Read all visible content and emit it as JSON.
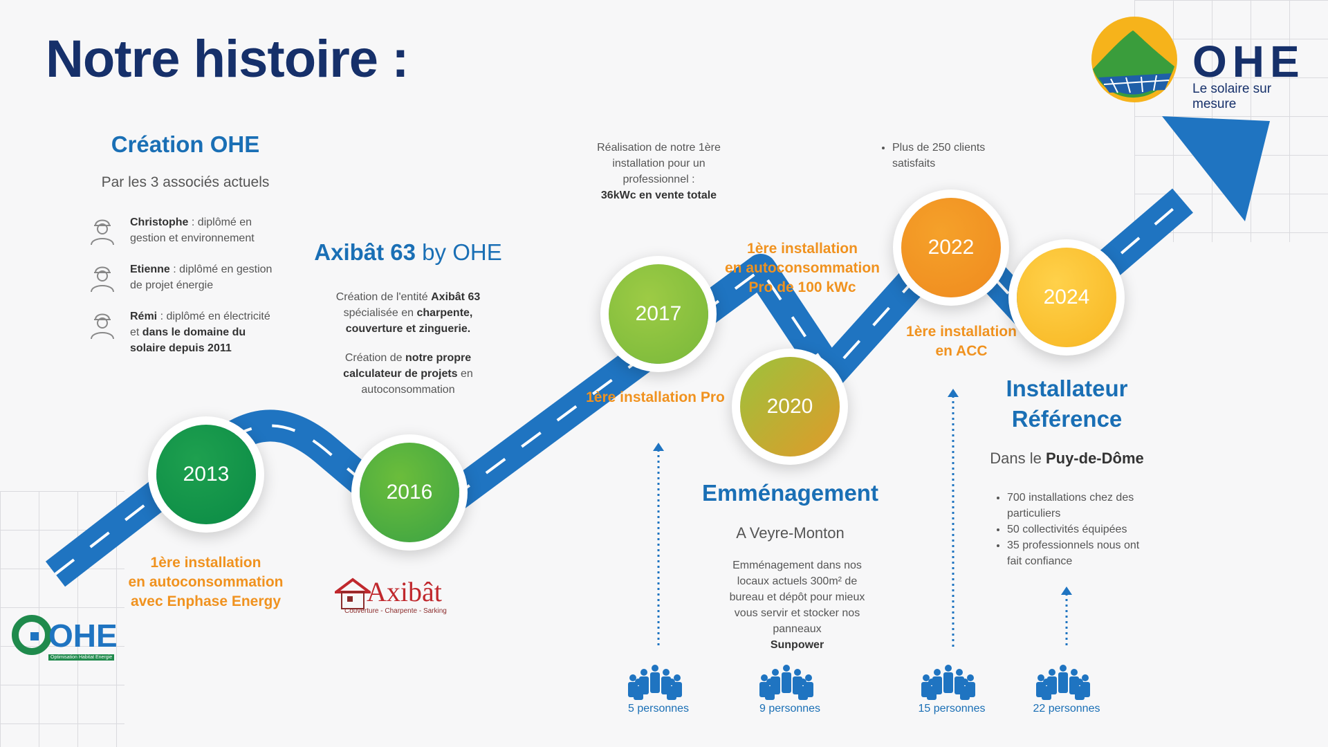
{
  "title": "Notre histoire :",
  "brand": {
    "name": "OHE",
    "tagline": "Le solaire sur mesure"
  },
  "small_logo": {
    "name": "OHE",
    "sub": "Optimisation Habitat Energie"
  },
  "axibat_logo": {
    "name": "Axibât",
    "sub": "Couverture - Charpente - Sarking"
  },
  "milestones": [
    {
      "year": "2013"
    },
    {
      "year": "2016"
    },
    {
      "year": "2017"
    },
    {
      "year": "2020"
    },
    {
      "year": "2022"
    },
    {
      "year": "2024"
    }
  ],
  "creation": {
    "title": "Création OHE",
    "subtitle": "Par les 3 associés actuels",
    "people": [
      {
        "name": "Christophe",
        "rest": " : diplômé en gestion et environnement"
      },
      {
        "name": "Etienne",
        "rest": " : diplômé en gestion de projet énergie"
      },
      {
        "name": "Rémi",
        "rest": " : diplômé en électricité et ",
        "bold2": "dans le domaine du solaire depuis 2011"
      }
    ]
  },
  "axibat": {
    "title_bold": "Axibât 63",
    "title_rest": " by OHE",
    "p1_a": "Création de l'entité ",
    "p1_b": "Axibât 63",
    "p1_c": " spécialisée en ",
    "p1_d": "charpente, couverture et zinguerie.",
    "p2_a": "Création de ",
    "p2_b": "notre propre calculateur de projets",
    "p2_c": " en autoconsommation"
  },
  "first_install": {
    "l1": "1ère installation",
    "l2": "en autoconsommation",
    "l3": "avec Enphase Energy"
  },
  "pro": {
    "label": "1ère installation Pro",
    "top_text": "Réalisation de notre 1ère installation pour un professionnel :",
    "top_bold": "36kWc en vente totale"
  },
  "autoconso100": {
    "l1": "1ère installation",
    "l2": "en autoconsommation",
    "l3": "Pro de 100 kWc"
  },
  "move": {
    "title": "Emménagement",
    "subtitle": "A Veyre-Monton",
    "text": "Emménagement dans nos locaux actuels 300m² de bureau et dépôt pour mieux vous servir et stocker nos panneaux",
    "bold": "Sunpower"
  },
  "clients": {
    "bullet": "Plus de 250 clients satisfaits"
  },
  "acc": {
    "l1": "1ère installation",
    "l2": "en ACC"
  },
  "reference": {
    "title1": "Installateur",
    "title2": "Référence",
    "sub_a": "Dans le ",
    "sub_b": "Puy-de-Dôme",
    "bullets": [
      "700 installations chez des particuliers",
      "50 collectivités équipées",
      "35 professionnels nous ont fait confiance"
    ]
  },
  "teams": [
    {
      "label": "5 personnes"
    },
    {
      "label": "9 personnes"
    },
    {
      "label": "15 personnes"
    },
    {
      "label": "22 personnes"
    }
  ],
  "colors": {
    "navy": "#16306a",
    "blue": "#1a6fb5",
    "road": "#1f74c1",
    "orange": "#f0921f"
  }
}
